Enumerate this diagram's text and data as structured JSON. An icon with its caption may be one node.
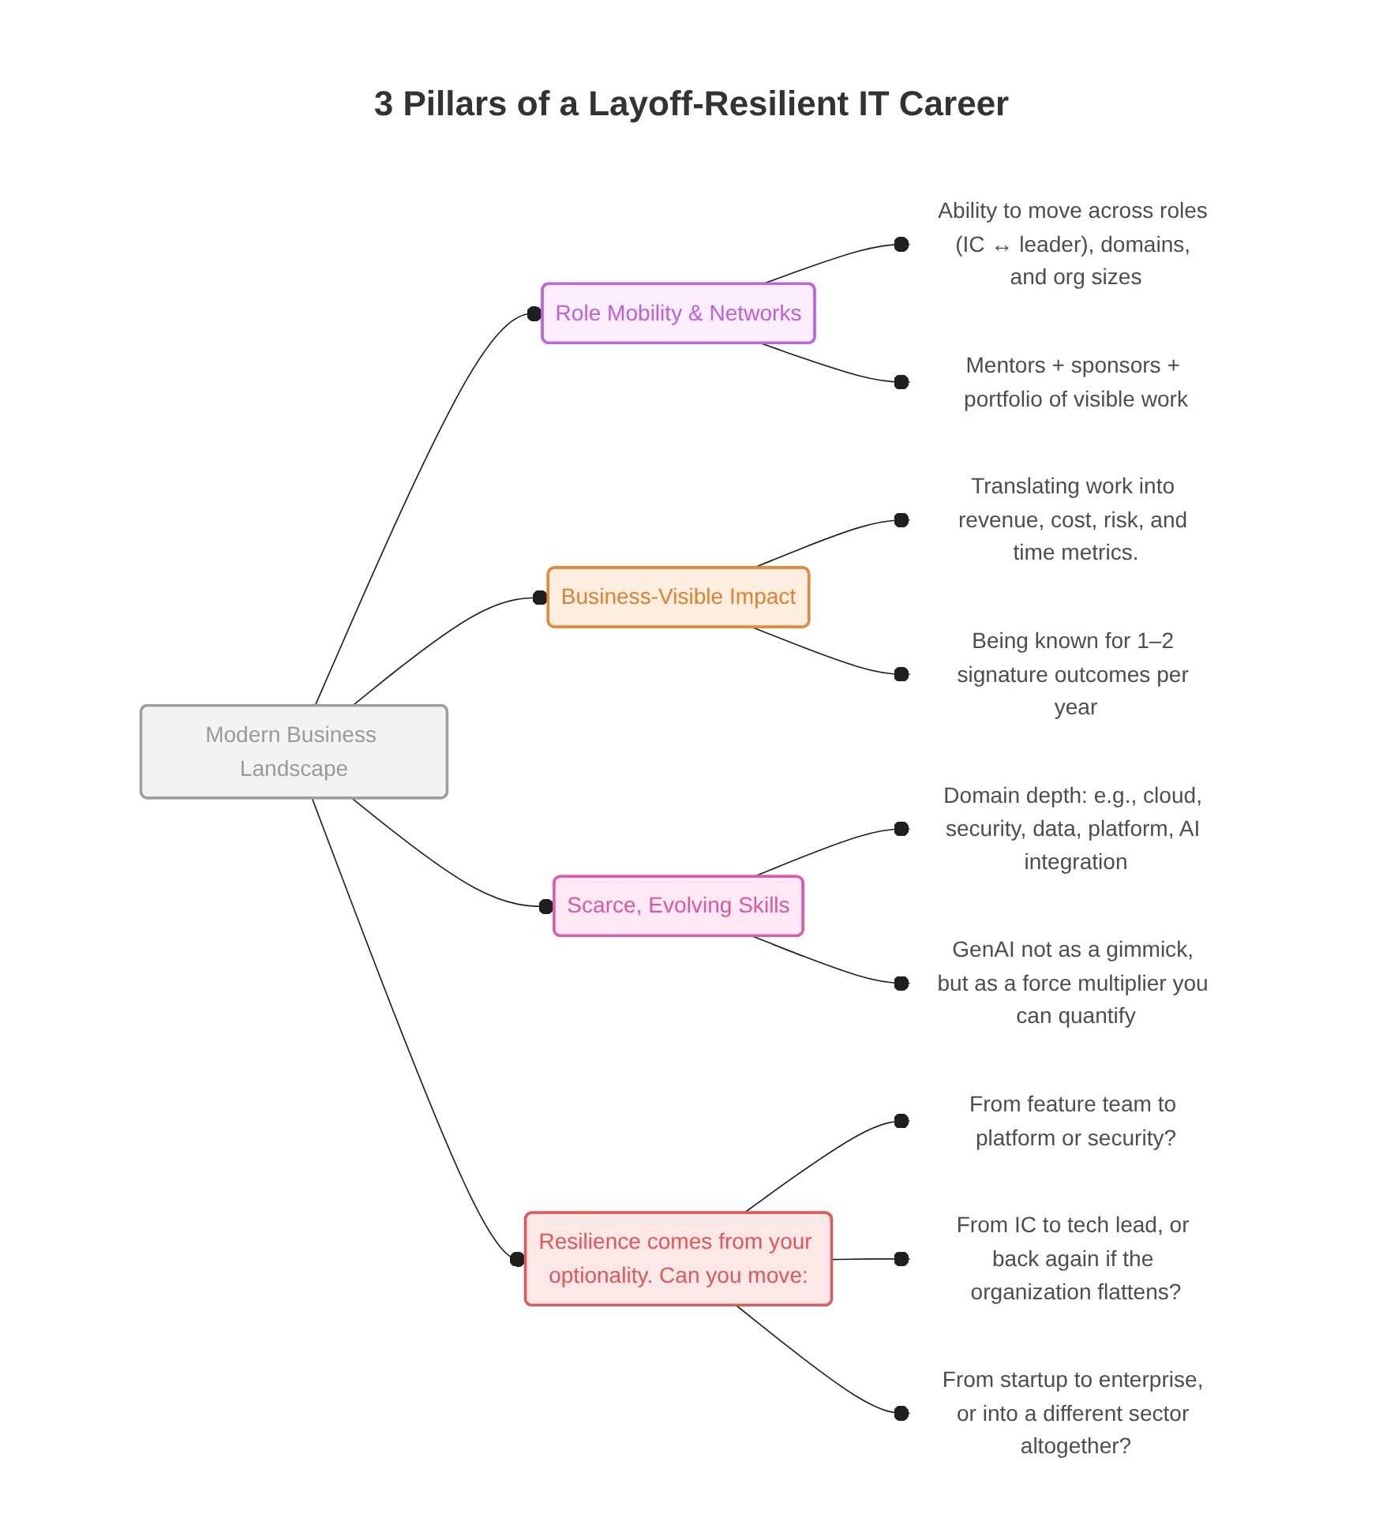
{
  "diagram": {
    "title": "3 Pillars of a Layoff-Resilient IT Career",
    "nodes": [
      {
        "text": [
          "Modern Business Landscape"
        ]
      },
      {
        "text": [
          "Role Mobility & Networks"
        ]
      },
      {
        "text": [
          "Ability to move across roles (IC ↔ leader), domains, and org sizes"
        ]
      },
      {
        "text": [
          "Mentors + sponsors + portfolio of visible work"
        ]
      },
      {
        "text": [
          "Business-Visible Impact"
        ]
      },
      {
        "text": [
          "Translating work into revenue, cost, risk, and time metrics."
        ]
      },
      {
        "text": [
          "Being known for 1–2 signature outcomes per year"
        ]
      },
      {
        "text": [
          "Scarce, Evolving Skills"
        ]
      },
      {
        "text": [
          "Domain depth: e.g., cloud, security, data, platform, AI integration"
        ]
      },
      {
        "text": [
          "GenAI not as a gimmick, but as a force multiplier you can quantify"
        ]
      },
      {
        "text": [
          "Resilience comes from your optionality. Can you move:"
        ]
      },
      {
        "text": [
          "From feature team to platform or security?"
        ]
      },
      {
        "text": [
          "From IC to tech lead, or back again if the organization flattens?"
        ]
      },
      {
        "text": [
          "From startup to enterprise, or into a different sector altogether?"
        ]
      }
    ],
    "edges": [
      {
        "from": 0,
        "to": 1,
        "arrow": "other"
      },
      {
        "from": 1,
        "to": 2,
        "arrow": "other"
      },
      {
        "from": 1,
        "to": 3,
        "arrow": "other"
      },
      {
        "from": 0,
        "to": 4,
        "arrow": "other"
      },
      {
        "from": 4,
        "to": 5,
        "arrow": "other"
      },
      {
        "from": 4,
        "to": 6,
        "arrow": "other"
      },
      {
        "from": 0,
        "to": 7,
        "arrow": "other"
      },
      {
        "from": 7,
        "to": 8,
        "arrow": "other"
      },
      {
        "from": 7,
        "to": 9,
        "arrow": "other"
      },
      {
        "from": 0,
        "to": 10,
        "arrow": "other"
      },
      {
        "from": 10,
        "to": 11,
        "arrow": "other"
      },
      {
        "from": 10,
        "to": 12,
        "arrow": "other"
      },
      {
        "from": 10,
        "to": 13,
        "arrow": "other"
      }
    ]
  }
}
